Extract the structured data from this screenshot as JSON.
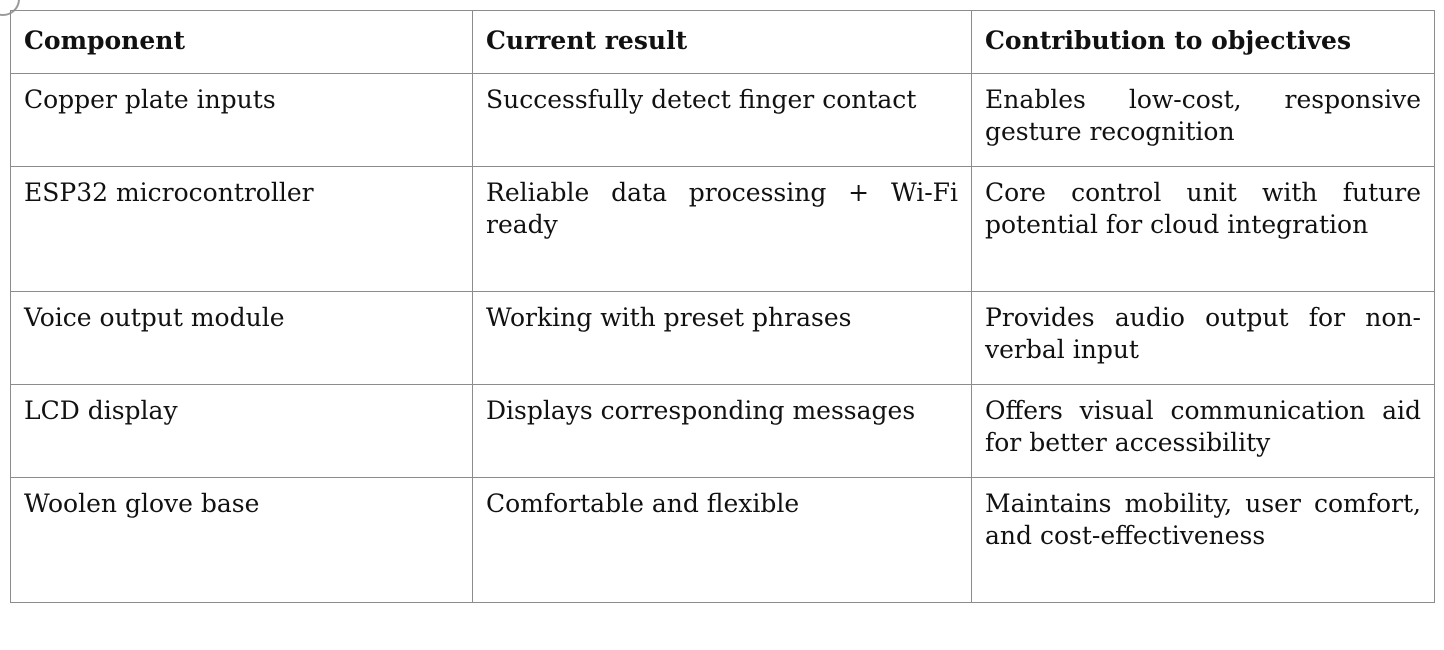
{
  "table": {
    "headers": [
      "Component",
      "Current result",
      "Contribution to objectives"
    ],
    "rows": [
      {
        "component": "Copper plate inputs",
        "current_result": "Successfully detect finger contact",
        "contribution": "Enables low-cost, responsive gesture recognition"
      },
      {
        "component": "ESP32 microcontroller",
        "current_result": "Reliable data processing + Wi-Fi ready",
        "contribution": "Core control unit with future potential for cloud integration"
      },
      {
        "component": "Voice output module",
        "current_result": "Working with preset phrases",
        "contribution": "Provides audio output for non-verbal input"
      },
      {
        "component": "LCD display",
        "current_result": "Displays corresponding messages",
        "contribution": "Offers visual communication aid for better accessibility"
      },
      {
        "component": "Woolen glove base",
        "current_result": "Comfortable and flexible",
        "contribution": "Maintains mobility, user comfort, and cost-effectiveness"
      }
    ]
  }
}
